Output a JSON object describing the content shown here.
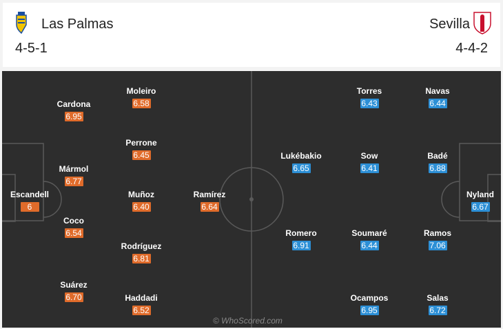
{
  "header": {
    "home": {
      "name": "Las Palmas",
      "formation": "4-5-1"
    },
    "away": {
      "name": "Sevilla",
      "formation": "4-4-2"
    }
  },
  "colors": {
    "home_rating": "#e06b2a",
    "away_rating": "#2c8fd6",
    "pitch": "#2d2d2d"
  },
  "home_players": [
    {
      "name": "Escandell",
      "rating": "6"
    },
    {
      "name": "Cardona",
      "rating": "6.95"
    },
    {
      "name": "Mármol",
      "rating": "6.77"
    },
    {
      "name": "Coco",
      "rating": "6.54"
    },
    {
      "name": "Suárez",
      "rating": "6.70"
    },
    {
      "name": "Moleiro",
      "rating": "6.58"
    },
    {
      "name": "Perrone",
      "rating": "6.45"
    },
    {
      "name": "Muñoz",
      "rating": "6.40"
    },
    {
      "name": "Rodríguez",
      "rating": "6.81"
    },
    {
      "name": "Haddadi",
      "rating": "6.52"
    },
    {
      "name": "Ramírez",
      "rating": "6.64"
    }
  ],
  "away_players": [
    {
      "name": "Nyland",
      "rating": "6.67"
    },
    {
      "name": "Navas",
      "rating": "6.44"
    },
    {
      "name": "Badé",
      "rating": "6.88"
    },
    {
      "name": "Ramos",
      "rating": "7.06"
    },
    {
      "name": "Salas",
      "rating": "6.72"
    },
    {
      "name": "Torres",
      "rating": "6.43"
    },
    {
      "name": "Sow",
      "rating": "6.41"
    },
    {
      "name": "Soumaré",
      "rating": "6.44"
    },
    {
      "name": "Ocampos",
      "rating": "6.95"
    },
    {
      "name": "Lukébakio",
      "rating": "6.65"
    },
    {
      "name": "Romero",
      "rating": "6.91"
    }
  ],
  "watermark": "© WhoScored.com"
}
